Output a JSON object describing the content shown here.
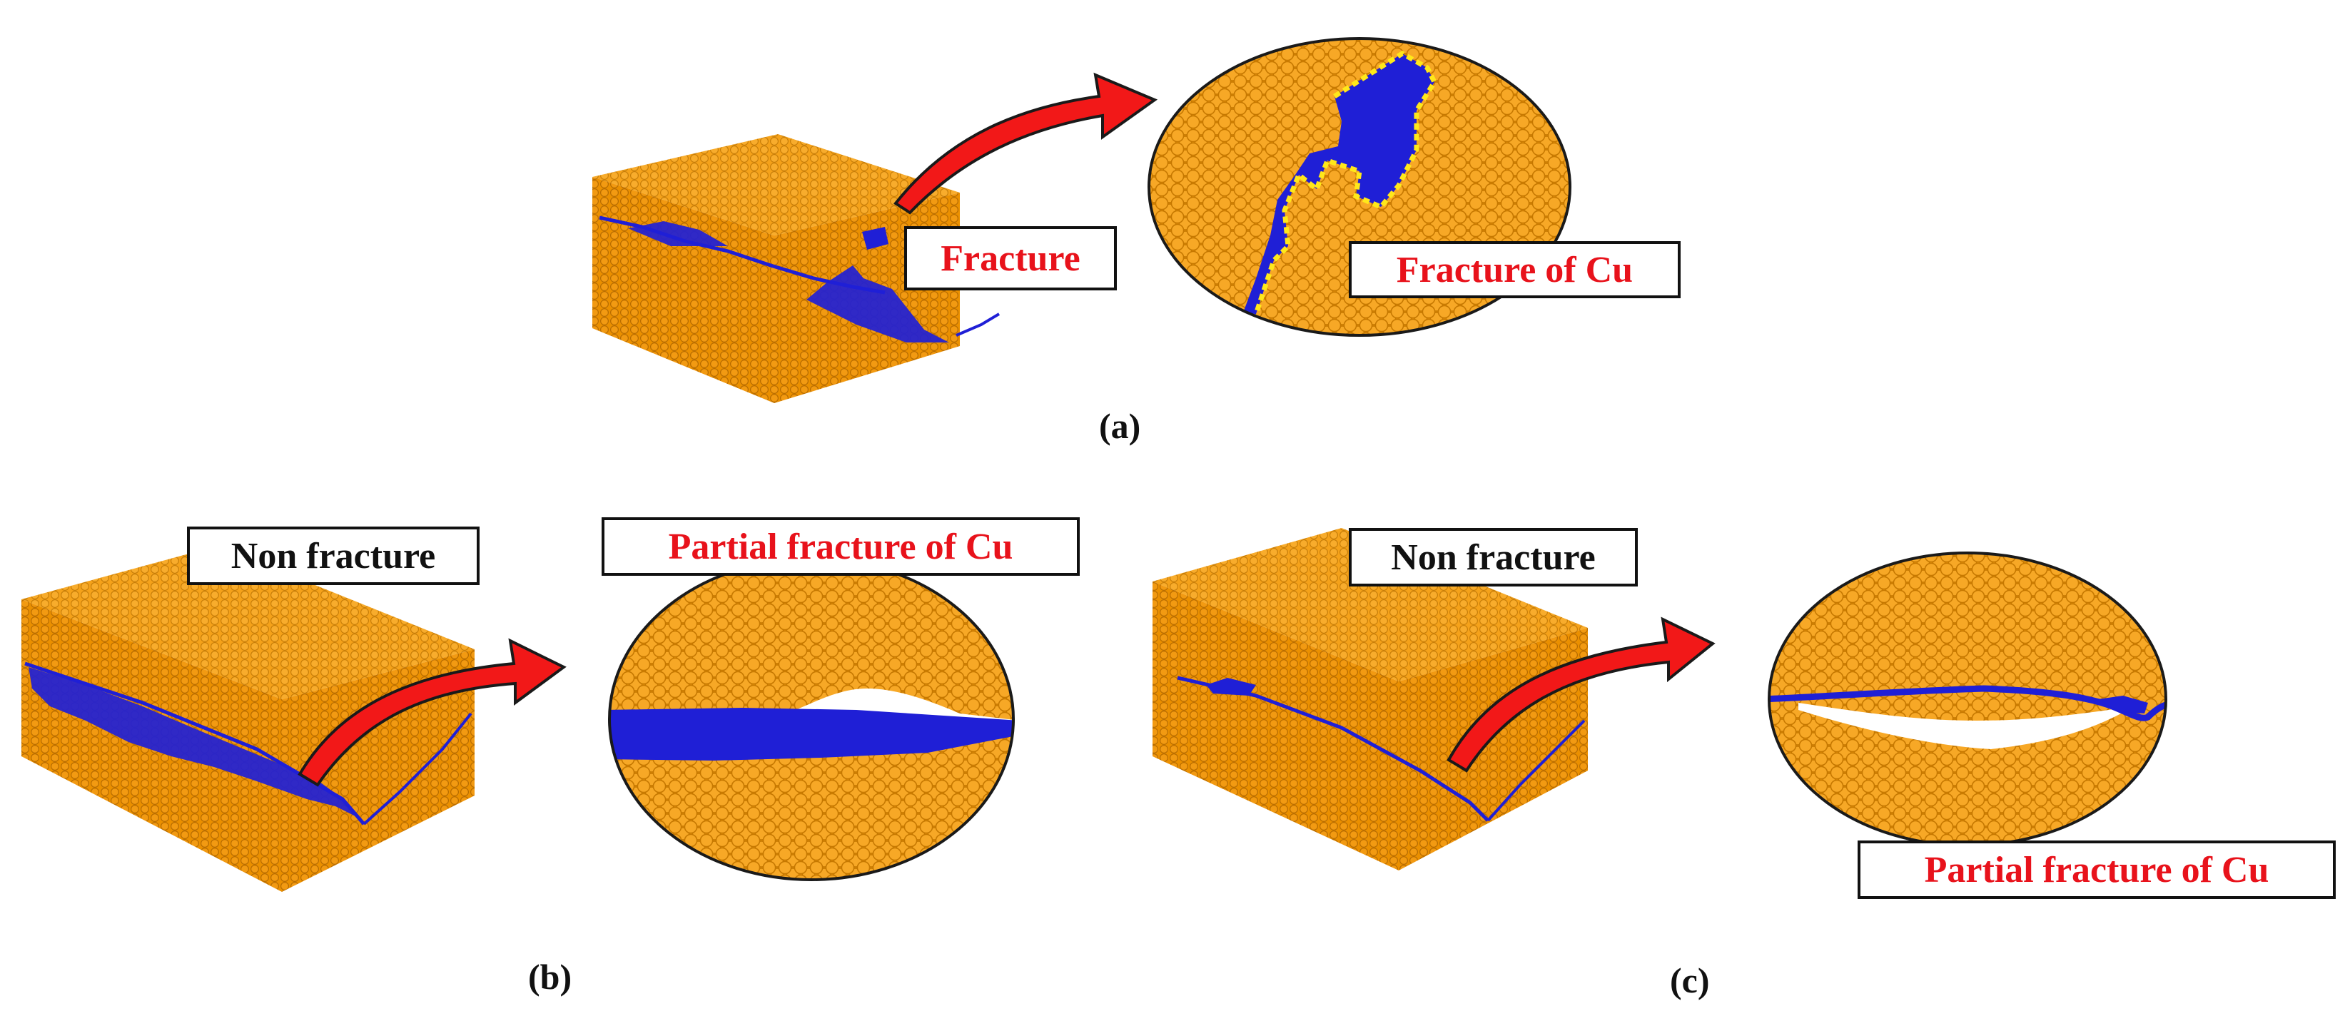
{
  "colors": {
    "copper": "#f39c0e",
    "copper_dark": "#c97a00",
    "interface": "#1f1fd6",
    "dislocation": "#ffe81a",
    "arrow": "#f21818",
    "label_red": "#e8121b",
    "label_black": "#111111"
  },
  "panels": {
    "a": {
      "letter": "(a)",
      "box_label": "Fracture",
      "zoom_label": "Fracture of Cu"
    },
    "b": {
      "letter": "(b)",
      "box_label": "Non fracture",
      "zoom_label": "Partial fracture of Cu"
    },
    "c": {
      "letter": "(c)",
      "box_label": "Non fracture",
      "zoom_label": "Partial fracture of Cu"
    }
  }
}
